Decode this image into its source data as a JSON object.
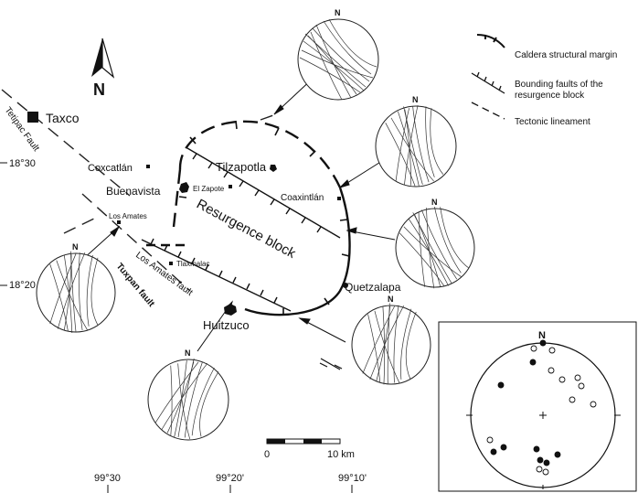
{
  "places": {
    "taxco": "Taxco",
    "coxcatlan": "Coxcatlán",
    "buenavista": "Buenavista",
    "tilzapotla": "Tilzapotla",
    "el_zapote": "El Zapote",
    "coaxintlan": "Coaxintlán",
    "los_amates": "Los Amates",
    "tlaxmalac": "Tlaxmalac",
    "quetzalapa": "Quetzalapa",
    "huitzuco": "Huitzuco"
  },
  "structures": {
    "resurgence_block": "Resurgence block",
    "tetipac_fault": "Tetipac Fault",
    "los_amates_fault": "Los Amates fault",
    "tuxpan_fault": "Tuxpan fault"
  },
  "coords": {
    "lat_top": "18°30",
    "lat_bottom": "18°20",
    "lon_left": "99°30",
    "lon_mid": "99°20'",
    "lon_right": "99°10'"
  },
  "north_arrow": "N",
  "stereonet_north": "N",
  "scale": {
    "zero": "0",
    "max": "10 km"
  },
  "legend": {
    "caldera": "Caldera structural margin",
    "bounding": "Bounding faults of the resurgence block",
    "tectonic": "Tectonic lineament"
  }
}
